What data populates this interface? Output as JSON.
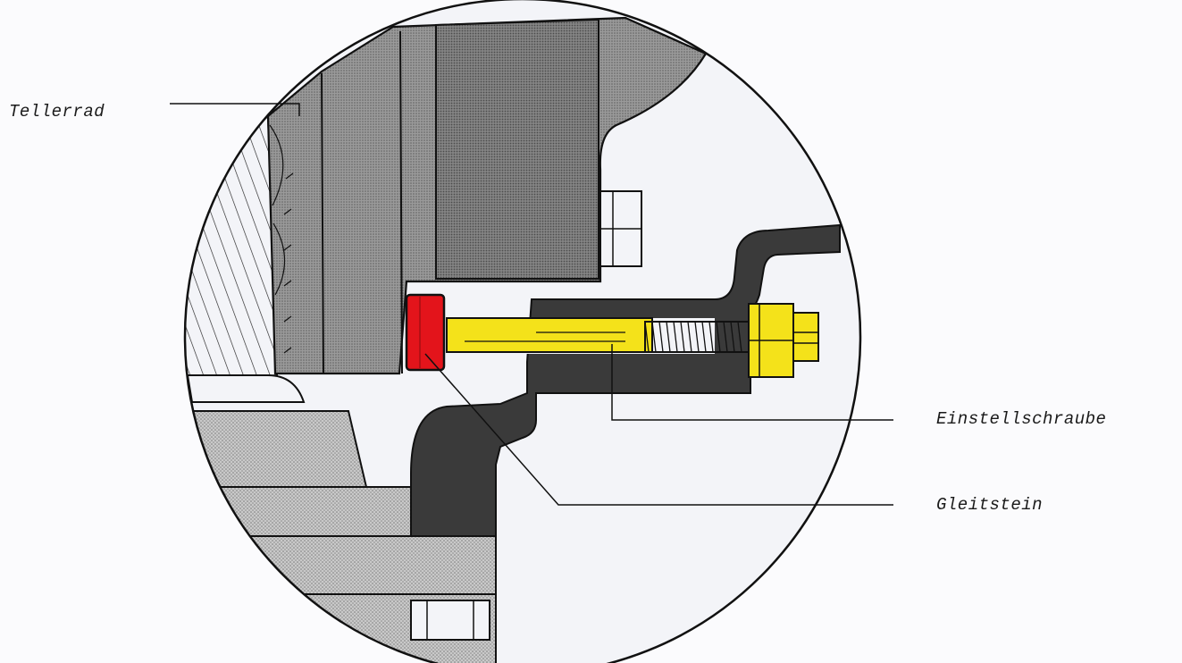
{
  "labels": {
    "tellerrad": "Tellerrad",
    "einstellschraube": "Einstellschraube",
    "gleitstein": "Gleitstein"
  },
  "colors": {
    "background": "#fbfbfd",
    "circle_fill": "#f3f4f8",
    "gear_fill": "#8c8c8c",
    "gear_dark": "#777777",
    "housing_fill": "#3a3a3a",
    "screw_fill": "#f4e21a",
    "slide_block_fill": "#e3141b",
    "stipple_fill": "#bdbdbd",
    "outline": "#111111"
  }
}
